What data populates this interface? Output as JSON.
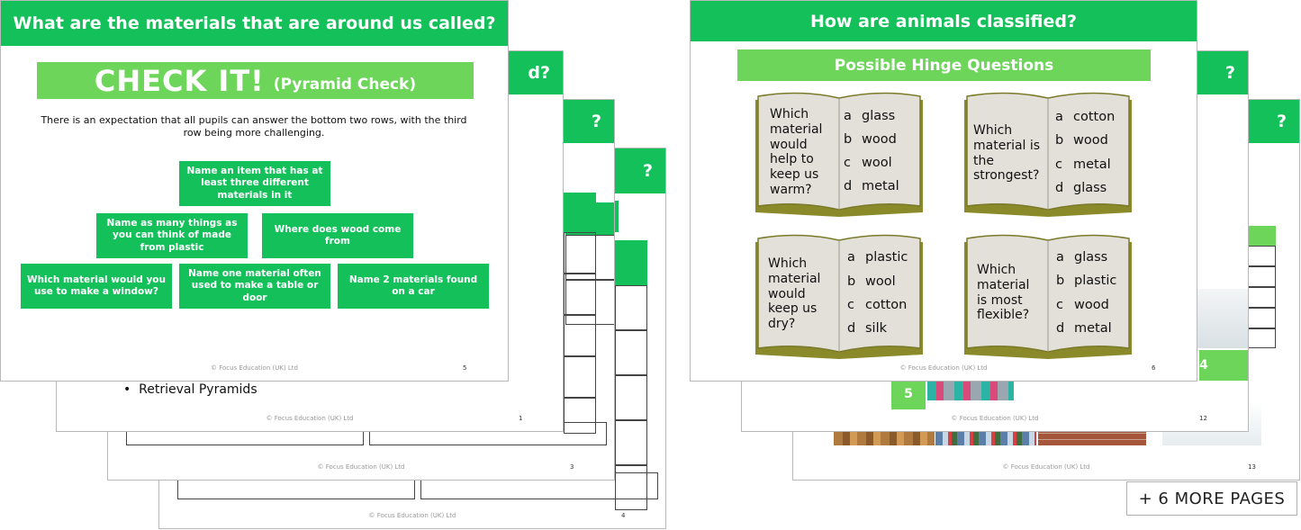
{
  "left_stack": {
    "slide_back2": {
      "header_suffix": "?",
      "page": "4",
      "footer": "© Focus Education (UK) Ltd"
    },
    "slide_back1": {
      "header_suffix": "?",
      "page": "3",
      "footer": "© Focus Education (UK) Ltd"
    },
    "slide_mid": {
      "header_suffix": "d?",
      "page": "1",
      "footer": "© Focus Education (UK) Ltd",
      "bullet": "Retrieval Pyramids"
    },
    "slide_front": {
      "title": "What are the materials that are around us called?",
      "check_title": "CHECK IT!",
      "check_sub": "(Pyramid Check)",
      "intro": "There is an expectation that all pupils can answer the bottom two rows, with the third row being more challenging.",
      "pyramid": {
        "top": "Name an item that has at least three different materials in it",
        "mid_left": "Name as many things as you can think of made from plastic",
        "mid_right": "Where does wood come from",
        "bot_left": "Which material would you use to make a window?",
        "bot_mid": "Name one material often used to make a table or door",
        "bot_right": "Name 2 materials found on a car"
      },
      "footer": "© Focus Education (UK) Ltd",
      "page": "5"
    }
  },
  "right_stack": {
    "slide_back2": {
      "header_suffix": "?",
      "page": "13",
      "footer": "© Focus Education (UK) Ltd"
    },
    "slide_back1": {
      "header_suffix": "?",
      "page": "12",
      "footer": "© Focus Education (UK) Ltd",
      "badge": "5",
      "badge2": "4"
    },
    "slide_front": {
      "title": "How are animals classified?",
      "banner": "Possible Hinge Questions",
      "books": [
        {
          "question": "Which material would help to keep us warm?",
          "options": [
            [
              "a",
              "glass"
            ],
            [
              "b",
              "wood"
            ],
            [
              "c",
              "wool"
            ],
            [
              "d",
              "metal"
            ]
          ]
        },
        {
          "question": "Which material is the strongest?",
          "options": [
            [
              "a",
              "cotton"
            ],
            [
              "b",
              "wood"
            ],
            [
              "c",
              "metal"
            ],
            [
              "d",
              "glass"
            ]
          ]
        },
        {
          "question": "Which material would keep us dry?",
          "options": [
            [
              "a",
              "plastic"
            ],
            [
              "b",
              "wool"
            ],
            [
              "c",
              "cotton"
            ],
            [
              "d",
              "silk"
            ]
          ]
        },
        {
          "question": "Which material is most flexible?",
          "options": [
            [
              "a",
              "glass"
            ],
            [
              "b",
              "plastic"
            ],
            [
              "c",
              "wood"
            ],
            [
              "d",
              "metal"
            ]
          ]
        }
      ],
      "footer": "© Focus Education (UK) Ltd",
      "page": "6"
    }
  },
  "more_pages": "+ 6 MORE PAGES",
  "colors": {
    "green": "#13c05a",
    "light_green": "#6dd65a",
    "book_cover": "#8a8a2a",
    "page_fill": "#e3e0d9"
  }
}
